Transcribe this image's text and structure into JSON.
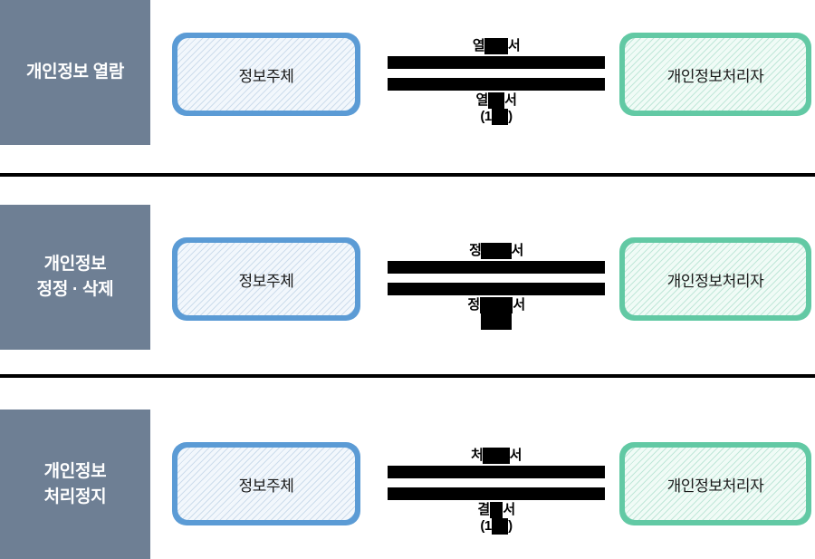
{
  "diagram": {
    "title_visible": false,
    "colors": {
      "category_block": "#6E7F94",
      "subject_box_border": "#5B9BD5",
      "controller_box_border": "#62C9A4",
      "divider": "#000000",
      "redaction": "#000000",
      "label_text": "#000000",
      "category_text": "#FFFFFF"
    },
    "actors": {
      "subject_label": "정보주체",
      "controller_label": "개인정보처리자"
    },
    "rows": [
      {
        "category": "개인정보 열람",
        "subject_label": "정보주체",
        "controller_label": "개인정보처리자",
        "flow_top": {
          "visible_prefix": "열",
          "visible_suffix": "서",
          "redacted": true
        },
        "flow_bottom": {
          "line1_visible_prefix": "열",
          "line1_visible_suffix": "서",
          "line2_visible_prefix": "(1",
          "line2_visible_suffix": ")",
          "redacted": true
        }
      },
      {
        "category": "개인정보\n정정 · 삭제",
        "subject_label": "정보주체",
        "controller_label": "개인정보처리자",
        "flow_top": {
          "visible_prefix": "정",
          "visible_suffix": "서",
          "redacted": true
        },
        "flow_bottom": {
          "line1_visible_prefix": "정",
          "line1_visible_suffix": "서",
          "line2_visible_prefix": "",
          "line2_visible_suffix": "",
          "redacted": true
        }
      },
      {
        "category": "개인정보\n처리정지",
        "subject_label": "정보주체",
        "controller_label": "개인정보처리자",
        "flow_top": {
          "visible_prefix": "처",
          "visible_suffix": "서",
          "redacted": true
        },
        "flow_bottom": {
          "line1_visible_prefix": "결",
          "line1_visible_suffix": "서",
          "line2_visible_prefix": "(1",
          "line2_visible_suffix": ")",
          "redacted": true
        }
      }
    ]
  }
}
